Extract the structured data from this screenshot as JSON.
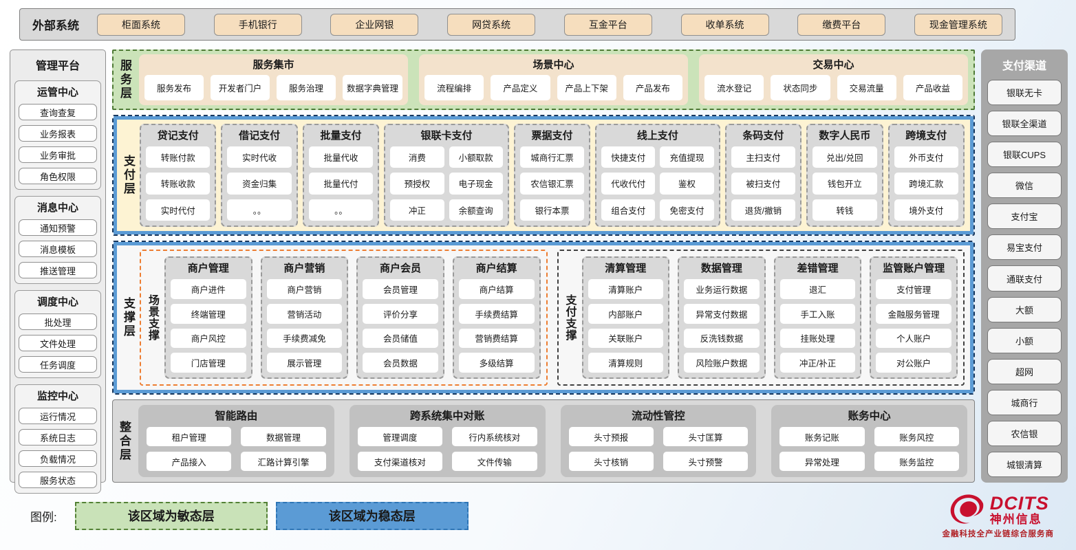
{
  "external": {
    "label": "外部系统",
    "items": [
      "柜面系统",
      "手机银行",
      "企业网银",
      "网贷系统",
      "互金平台",
      "收单系统",
      "缴费平台",
      "现金管理系统"
    ]
  },
  "management": {
    "title": "管理平台",
    "groups": [
      {
        "title": "运管中心",
        "items": [
          "查询查复",
          "业务报表",
          "业务审批",
          "角色权限"
        ]
      },
      {
        "title": "消息中心",
        "items": [
          "通知预警",
          "消息模板",
          "推送管理"
        ]
      },
      {
        "title": "调度中心",
        "items": [
          "批处理",
          "文件处理",
          "任务调度"
        ]
      },
      {
        "title": "监控中心",
        "items": [
          "运行情况",
          "系统日志",
          "负载情况",
          "服务状态"
        ]
      }
    ]
  },
  "service_layer": {
    "label": "服务层",
    "groups": [
      {
        "title": "服务集市",
        "items": [
          "服务发布",
          "开发者门户",
          "服务治理",
          "数据字典管理"
        ]
      },
      {
        "title": "场景中心",
        "items": [
          "流程编排",
          "产品定义",
          "产品上下架",
          "产品发布"
        ]
      },
      {
        "title": "交易中心",
        "items": [
          "流水登记",
          "状态同步",
          "交易流量",
          "产品收益"
        ]
      }
    ]
  },
  "payment_layer": {
    "label": "支付层",
    "columns": [
      {
        "title": "贷记支付",
        "cols": 1,
        "items": [
          "转账付款",
          "转账收款",
          "实时代付"
        ]
      },
      {
        "title": "借记支付",
        "cols": 1,
        "items": [
          "实时代收",
          "资金归集",
          "。。"
        ]
      },
      {
        "title": "批量支付",
        "cols": 1,
        "items": [
          "批量代收",
          "批量代付",
          "。。"
        ]
      },
      {
        "title": "银联卡支付",
        "cols": 2,
        "items": [
          "消费",
          "小额取款",
          "预授权",
          "电子现金",
          "冲正",
          "余额查询"
        ]
      },
      {
        "title": "票据支付",
        "cols": 1,
        "items": [
          "城商行汇票",
          "农信银汇票",
          "银行本票"
        ]
      },
      {
        "title": "线上支付",
        "cols": 2,
        "items": [
          "快捷支付",
          "充值提现",
          "代收代付",
          "鉴权",
          "组合支付",
          "免密支付"
        ]
      },
      {
        "title": "条码支付",
        "cols": 1,
        "items": [
          "主扫支付",
          "被扫支付",
          "退货/撤销"
        ]
      },
      {
        "title": "数字人民币",
        "cols": 1,
        "items": [
          "兑出/兑回",
          "钱包开立",
          "转钱"
        ]
      },
      {
        "title": "跨境支付",
        "cols": 1,
        "items": [
          "外币支付",
          "跨境汇款",
          "境外支付"
        ]
      }
    ]
  },
  "support_layer": {
    "label": "支撑层",
    "groups": [
      {
        "label": "场景支撑",
        "border_color": "#ED7D31",
        "columns": [
          {
            "title": "商户管理",
            "items": [
              "商户进件",
              "终端管理",
              "商户风控",
              "门店管理"
            ]
          },
          {
            "title": "商户营销",
            "items": [
              "商户营销",
              "营销活动",
              "手续费减免",
              "展示管理"
            ]
          },
          {
            "title": "商户会员",
            "items": [
              "会员管理",
              "评价分享",
              "会员储值",
              "会员数据"
            ]
          },
          {
            "title": "商户结算",
            "items": [
              "商户结算",
              "手续费结算",
              "营销费结算",
              "多级结算"
            ]
          }
        ]
      },
      {
        "label": "支付支撑",
        "border_color": "#404040",
        "columns": [
          {
            "title": "清算管理",
            "items": [
              "清算账户",
              "内部账户",
              "关联账户",
              "清算规则"
            ]
          },
          {
            "title": "数据管理",
            "items": [
              "业务运行数据",
              "异常支付数据",
              "反洗钱数据",
              "风险账户数据"
            ]
          },
          {
            "title": "差错管理",
            "items": [
              "退汇",
              "手工入账",
              "挂账处理",
              "冲正/补正"
            ]
          },
          {
            "title": "监管账户管理",
            "items": [
              "支付管理",
              "金融服务管理",
              "个人账户",
              "对公账户"
            ]
          }
        ]
      }
    ]
  },
  "integration_layer": {
    "label": "整合层",
    "groups": [
      {
        "title": "智能路由",
        "items": [
          "租户管理",
          "数据管理",
          "产品接入",
          "汇路计算引擎"
        ]
      },
      {
        "title": "跨系统集中对账",
        "items": [
          "管理调度",
          "行内系统核对",
          "支付渠道核对",
          "文件传输"
        ]
      },
      {
        "title": "流动性管控",
        "items": [
          "头寸预报",
          "头寸匡算",
          "头寸核销",
          "头寸预警"
        ]
      },
      {
        "title": "账务中心",
        "items": [
          "账务记账",
          "账务风控",
          "异常处理",
          "账务监控"
        ]
      }
    ]
  },
  "channels": {
    "title": "支付渠道",
    "items": [
      "银联无卡",
      "银联全渠道",
      "银联CUPS",
      "微信",
      "支付宝",
      "易宝支付",
      "通联支付",
      "大额",
      "小额",
      "超网",
      "城商行",
      "农信银",
      "城银清算"
    ]
  },
  "legend": {
    "label": "图例:",
    "items": [
      {
        "text": "该区域为敏态层",
        "bg": "#C9E2B8",
        "border": "#538135"
      },
      {
        "text": "该区域为稳态层",
        "bg": "#5B9BD5",
        "border": "#2E75B6"
      }
    ]
  },
  "logo": {
    "brand": "DCITS",
    "brand_cn": "神州信息",
    "tagline": "金融科技全产业链综合服务商"
  },
  "colors": {
    "stable_blue": "#5B9BD5",
    "agile_green": "#C9E2B8",
    "tan_button": "#F6DEBE",
    "brand_red": "#C8102E"
  }
}
